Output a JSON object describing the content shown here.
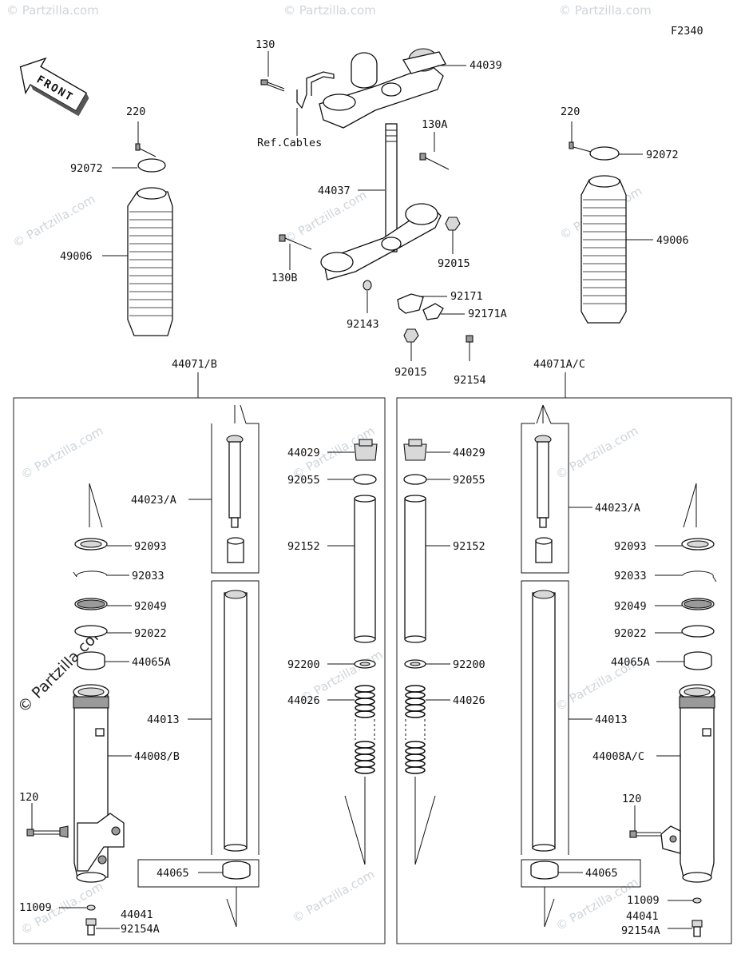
{
  "diagram": {
    "code": "F2340",
    "front_label": "FRONT",
    "watermark_text": "© Partzilla.com",
    "ref_cables": "Ref.Cables",
    "assembly_labels": {
      "left": "44071/B",
      "right": "44071A/C"
    },
    "parts_top": {
      "p130": "130",
      "p44039": "44039",
      "p130A": "130A",
      "p44037": "44037",
      "p130B": "130B",
      "p92015a": "92015",
      "p92171": "92171",
      "p92171A": "92171A",
      "p92143": "92143",
      "p92015b": "92015",
      "p92154": "92154",
      "p220L": "220",
      "p92072L": "92072",
      "p49006L": "49006",
      "p220R": "220",
      "p92072R": "92072",
      "p49006R": "49006"
    },
    "parts_left": {
      "p44023": "44023/A",
      "p92093": "92093",
      "p92033": "92033",
      "p92049": "92049",
      "p92022": "92022",
      "p44065A": "44065A",
      "p44013": "44013",
      "p44008": "44008/B",
      "p120": "120",
      "p44065": "44065",
      "p11009": "11009",
      "p44041": "44041",
      "p92154A": "92154A",
      "p44029": "44029",
      "p92055": "92055",
      "p92152": "92152",
      "p92200": "92200",
      "p44026": "44026"
    },
    "parts_right": {
      "p44023": "44023/A",
      "p92093": "92093",
      "p92033": "92033",
      "p92049": "92049",
      "p92022": "92022",
      "p44065A": "44065A",
      "p44013": "44013",
      "p44008": "44008A/C",
      "p120": "120",
      "p44065": "44065",
      "p11009": "11009",
      "p44041": "44041",
      "p92154A": "92154A",
      "p44029": "44029",
      "p92055": "92055",
      "p92152": "92152",
      "p92200": "92200",
      "p44026": "44026"
    }
  }
}
